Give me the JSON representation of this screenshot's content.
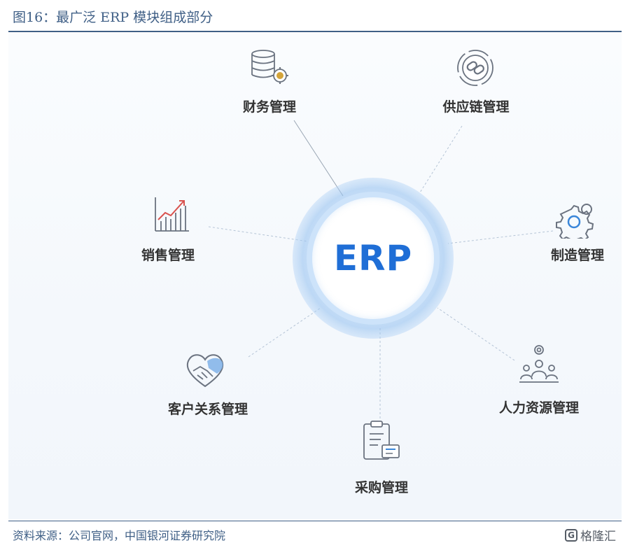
{
  "figure": {
    "title": "图16：最广泛 ERP 模块组成部分",
    "source": "资料来源：公司官网，中国银河证券研究院"
  },
  "hub": {
    "label": "ERP"
  },
  "modules": {
    "finance": {
      "label": "财务管理",
      "icon": "database-gear-icon"
    },
    "supply_chain": {
      "label": "供应链管理",
      "icon": "chain-link-icon"
    },
    "sales": {
      "label": "销售管理",
      "icon": "bar-chart-growth-icon"
    },
    "manufacturing": {
      "label": "制造管理",
      "icon": "gears-icon"
    },
    "crm": {
      "label": "客户关系管理",
      "icon": "handshake-icon"
    },
    "hr": {
      "label": "人力资源管理",
      "icon": "people-gear-icon"
    },
    "procurement": {
      "label": "采购管理",
      "icon": "clipboard-icon"
    }
  },
  "watermark": {
    "text": "格隆汇",
    "mark": "G"
  },
  "colors": {
    "accent": "#1f6ed6",
    "frame": "#3f5f86",
    "icon": "#6b7380"
  }
}
